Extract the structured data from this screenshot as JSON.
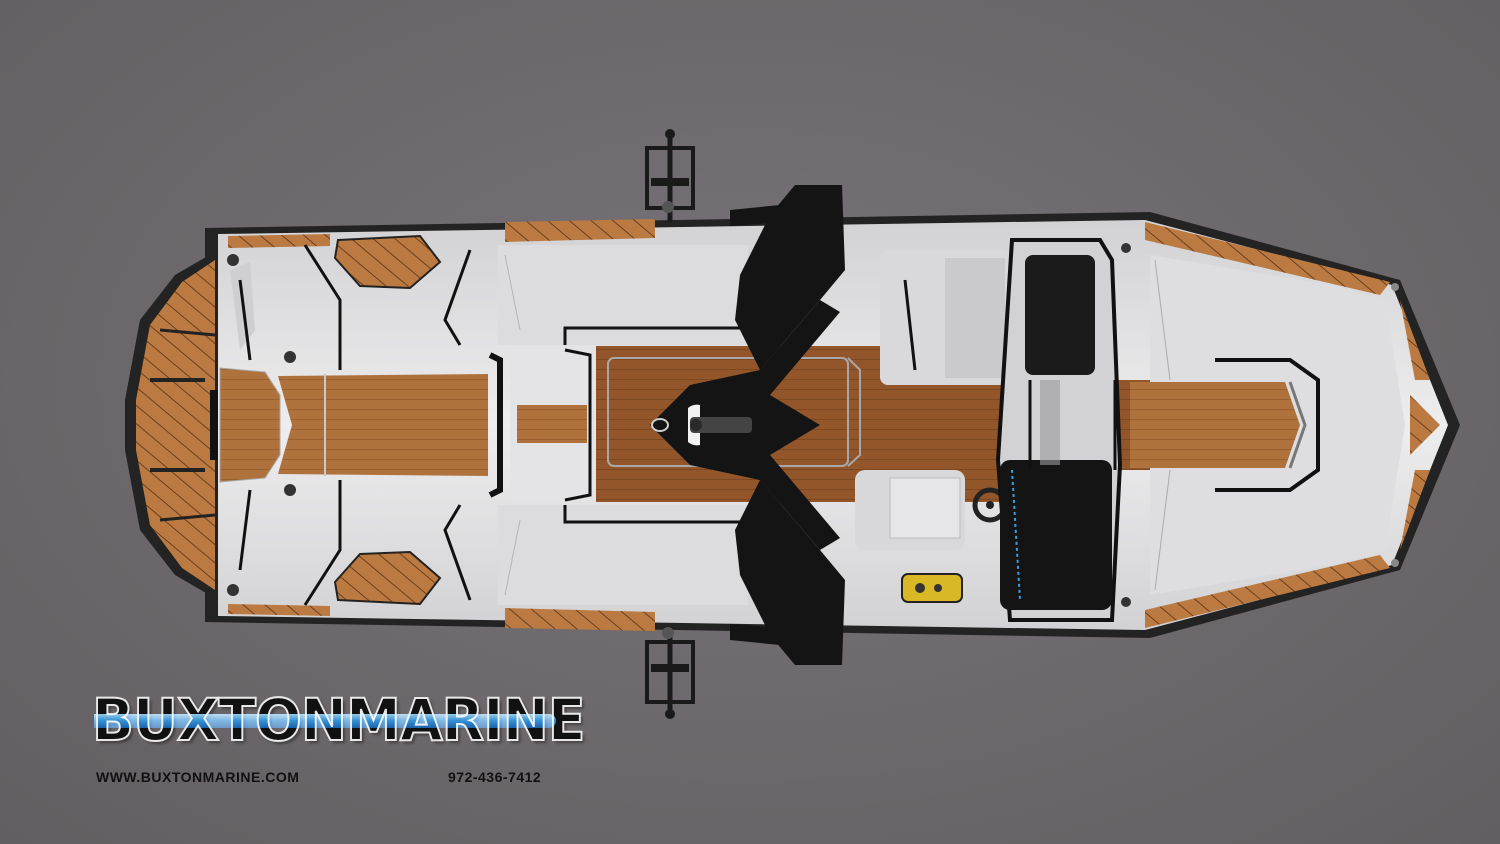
{
  "scene": {
    "subject": "Wakeboard boat, top-down view",
    "background_color": "#6b6769",
    "colors": {
      "hull_white": "#e9e9ea",
      "upholstery": "#dcdcde",
      "teak": "#b0723c",
      "teak_dark": "#8f5426",
      "tower_black": "#141414",
      "console_yellow": "#d8b824"
    }
  },
  "watermark": {
    "brand": "BUXTONMARINE",
    "website": "WWW.BUXTONMARINE.COM",
    "phone": "972-436-7412",
    "accent_color": "#2d9be8"
  }
}
